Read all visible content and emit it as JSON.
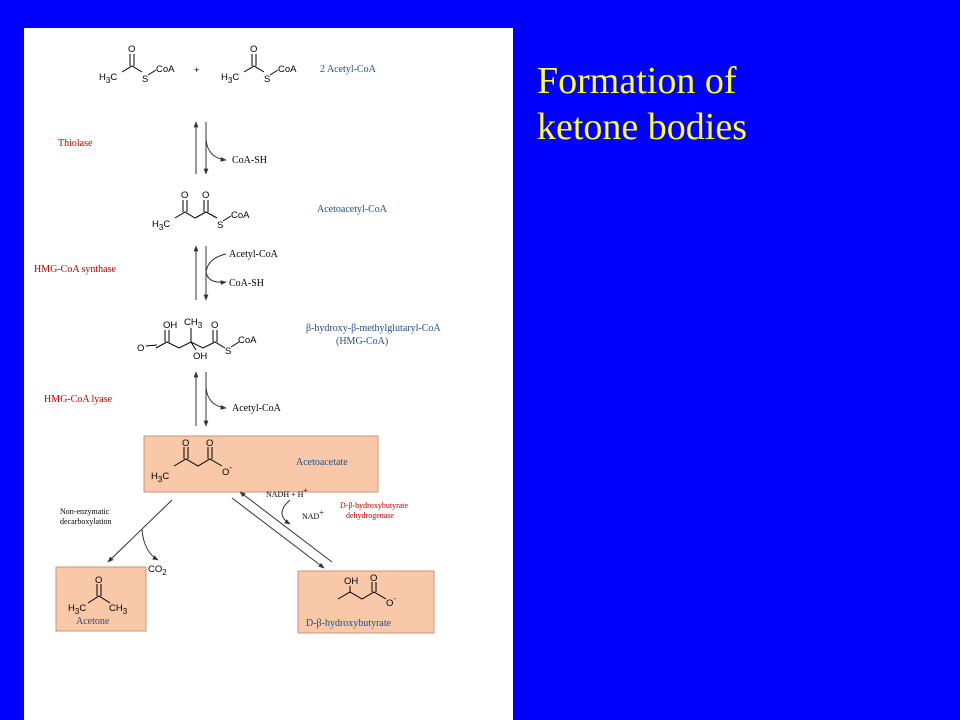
{
  "slide": {
    "title_line1": "Formation of",
    "title_line2": "ketone bodies",
    "colors": {
      "background": "#0000ff",
      "title": "#ffff33",
      "panel": "#ffffff",
      "enzyme": "#c00000",
      "compound": "#1f4e8c",
      "highlight": "#f9c8a8"
    }
  },
  "diagram": {
    "compounds": {
      "acetyl_coa_2": "2 Acetyl-CoA",
      "acetoacetyl_coa": "Acetoacetyl-CoA",
      "hmg_coa_line1": "β-hydroxy-β-methylglutaryl-CoA",
      "hmg_coa_line2": "(HMG-CoA)",
      "acetoacetate": "Acetoacetate",
      "acetone": "Acetone",
      "hydroxybutyrate": "D-β-hydroxybutyrate"
    },
    "enzymes": {
      "thiolase": "Thiolase",
      "hmg_synthase": "HMG-CoA synthase",
      "hmg_lyase": "HMG-CoA lyase",
      "bdh_line1": "D-β-hydroxybutyrate",
      "bdh_line2": "dehydrogenase",
      "nonenz_line1": "Non-enzymatic",
      "nonenz_line2": "decarboxylation"
    },
    "cofactors": {
      "coash_1": "CoA-SH",
      "acetyl_coa_in": "Acetyl-CoA",
      "coash_2": "CoA-SH",
      "acetyl_coa_out": "Acetyl-CoA",
      "nadh": "NADH + H",
      "nad": "NAD",
      "co2": "CO",
      "plus": "+"
    },
    "atoms": {
      "o": "O",
      "s": "S",
      "coa": "CoA",
      "h3c": "H",
      "c": "C",
      "three": "3",
      "oh": "OH",
      "ch": "CH",
      "minus": "-",
      "plus_sup": "+",
      "two": "2"
    }
  }
}
